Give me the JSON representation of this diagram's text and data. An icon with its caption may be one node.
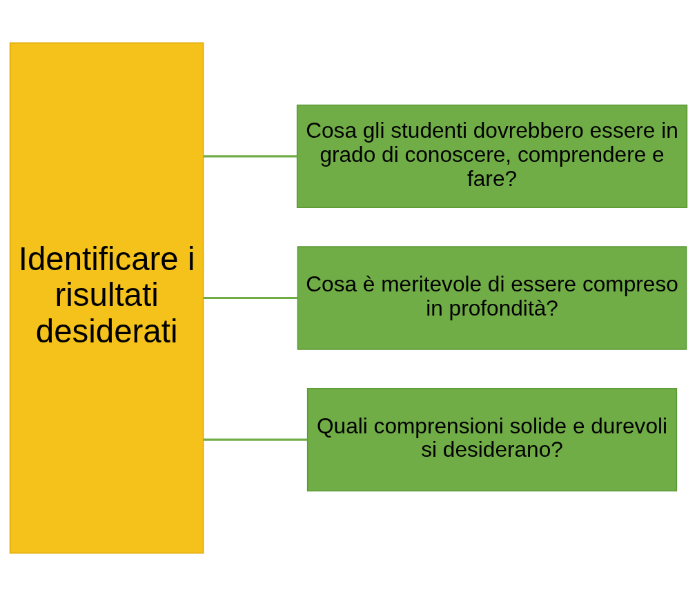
{
  "diagram": {
    "nodes": [
      {
        "text": [
          "Identificare i risultati desiderati"
        ]
      },
      {
        "text": [
          "Cosa gli studenti dovrebbero essere in grado di conoscere, comprendere e fare?"
        ]
      },
      {
        "text": [
          "Cosa è meritevole di essere compreso in profondità?"
        ]
      },
      {
        "text": [
          "Quali comprensioni solide e durevoli si desiderano?"
        ]
      }
    ],
    "edges": [
      {
        "from": 0,
        "to": 1,
        "arrow": "none"
      },
      {
        "from": 0,
        "to": 2,
        "arrow": "none"
      },
      {
        "from": 0,
        "to": 3,
        "arrow": "none"
      }
    ]
  }
}
